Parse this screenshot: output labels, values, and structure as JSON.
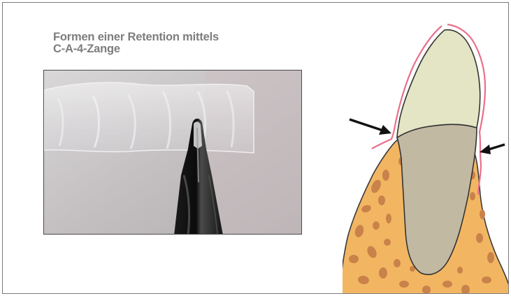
{
  "figure": {
    "title_line1": "Formen einer Retention mittels",
    "title_line2": "C-A-4-Zange"
  },
  "photo": {
    "subject": "splint-and-pliers-photo"
  },
  "diagram": {
    "colors": {
      "crown": "#e3e5c4",
      "root": "#c2b9a3",
      "bone": "#f2b662",
      "bone_pores": "#c9824a",
      "gingiva_line": "#e9708a",
      "outline": "#333333"
    }
  }
}
